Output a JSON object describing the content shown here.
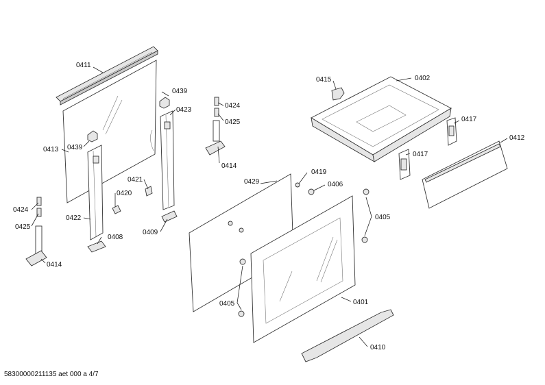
{
  "labels": {
    "l0411": "0411",
    "l0439a": "0439",
    "l0423": "0423",
    "l0424a": "0424",
    "l0425a": "0425",
    "l0413": "0413",
    "l0439b": "0439",
    "l0414a": "0414",
    "l0421": "0421",
    "l0420": "0420",
    "l0424b": "0424",
    "l0425b": "0425",
    "l0422": "0422",
    "l0408": "0408",
    "l0409": "0409",
    "l0414b": "0414",
    "l0415": "0415",
    "l0402": "0402",
    "l0417a": "0417",
    "l0417b": "0417",
    "l0412": "0412",
    "l0419": "0419",
    "l0406": "0406",
    "l0429": "0429",
    "l0405a": "0405",
    "l0405b": "0405",
    "l0401": "0401",
    "l0410": "0410"
  },
  "footer": "58300000211135 aet 000 a 4/7"
}
